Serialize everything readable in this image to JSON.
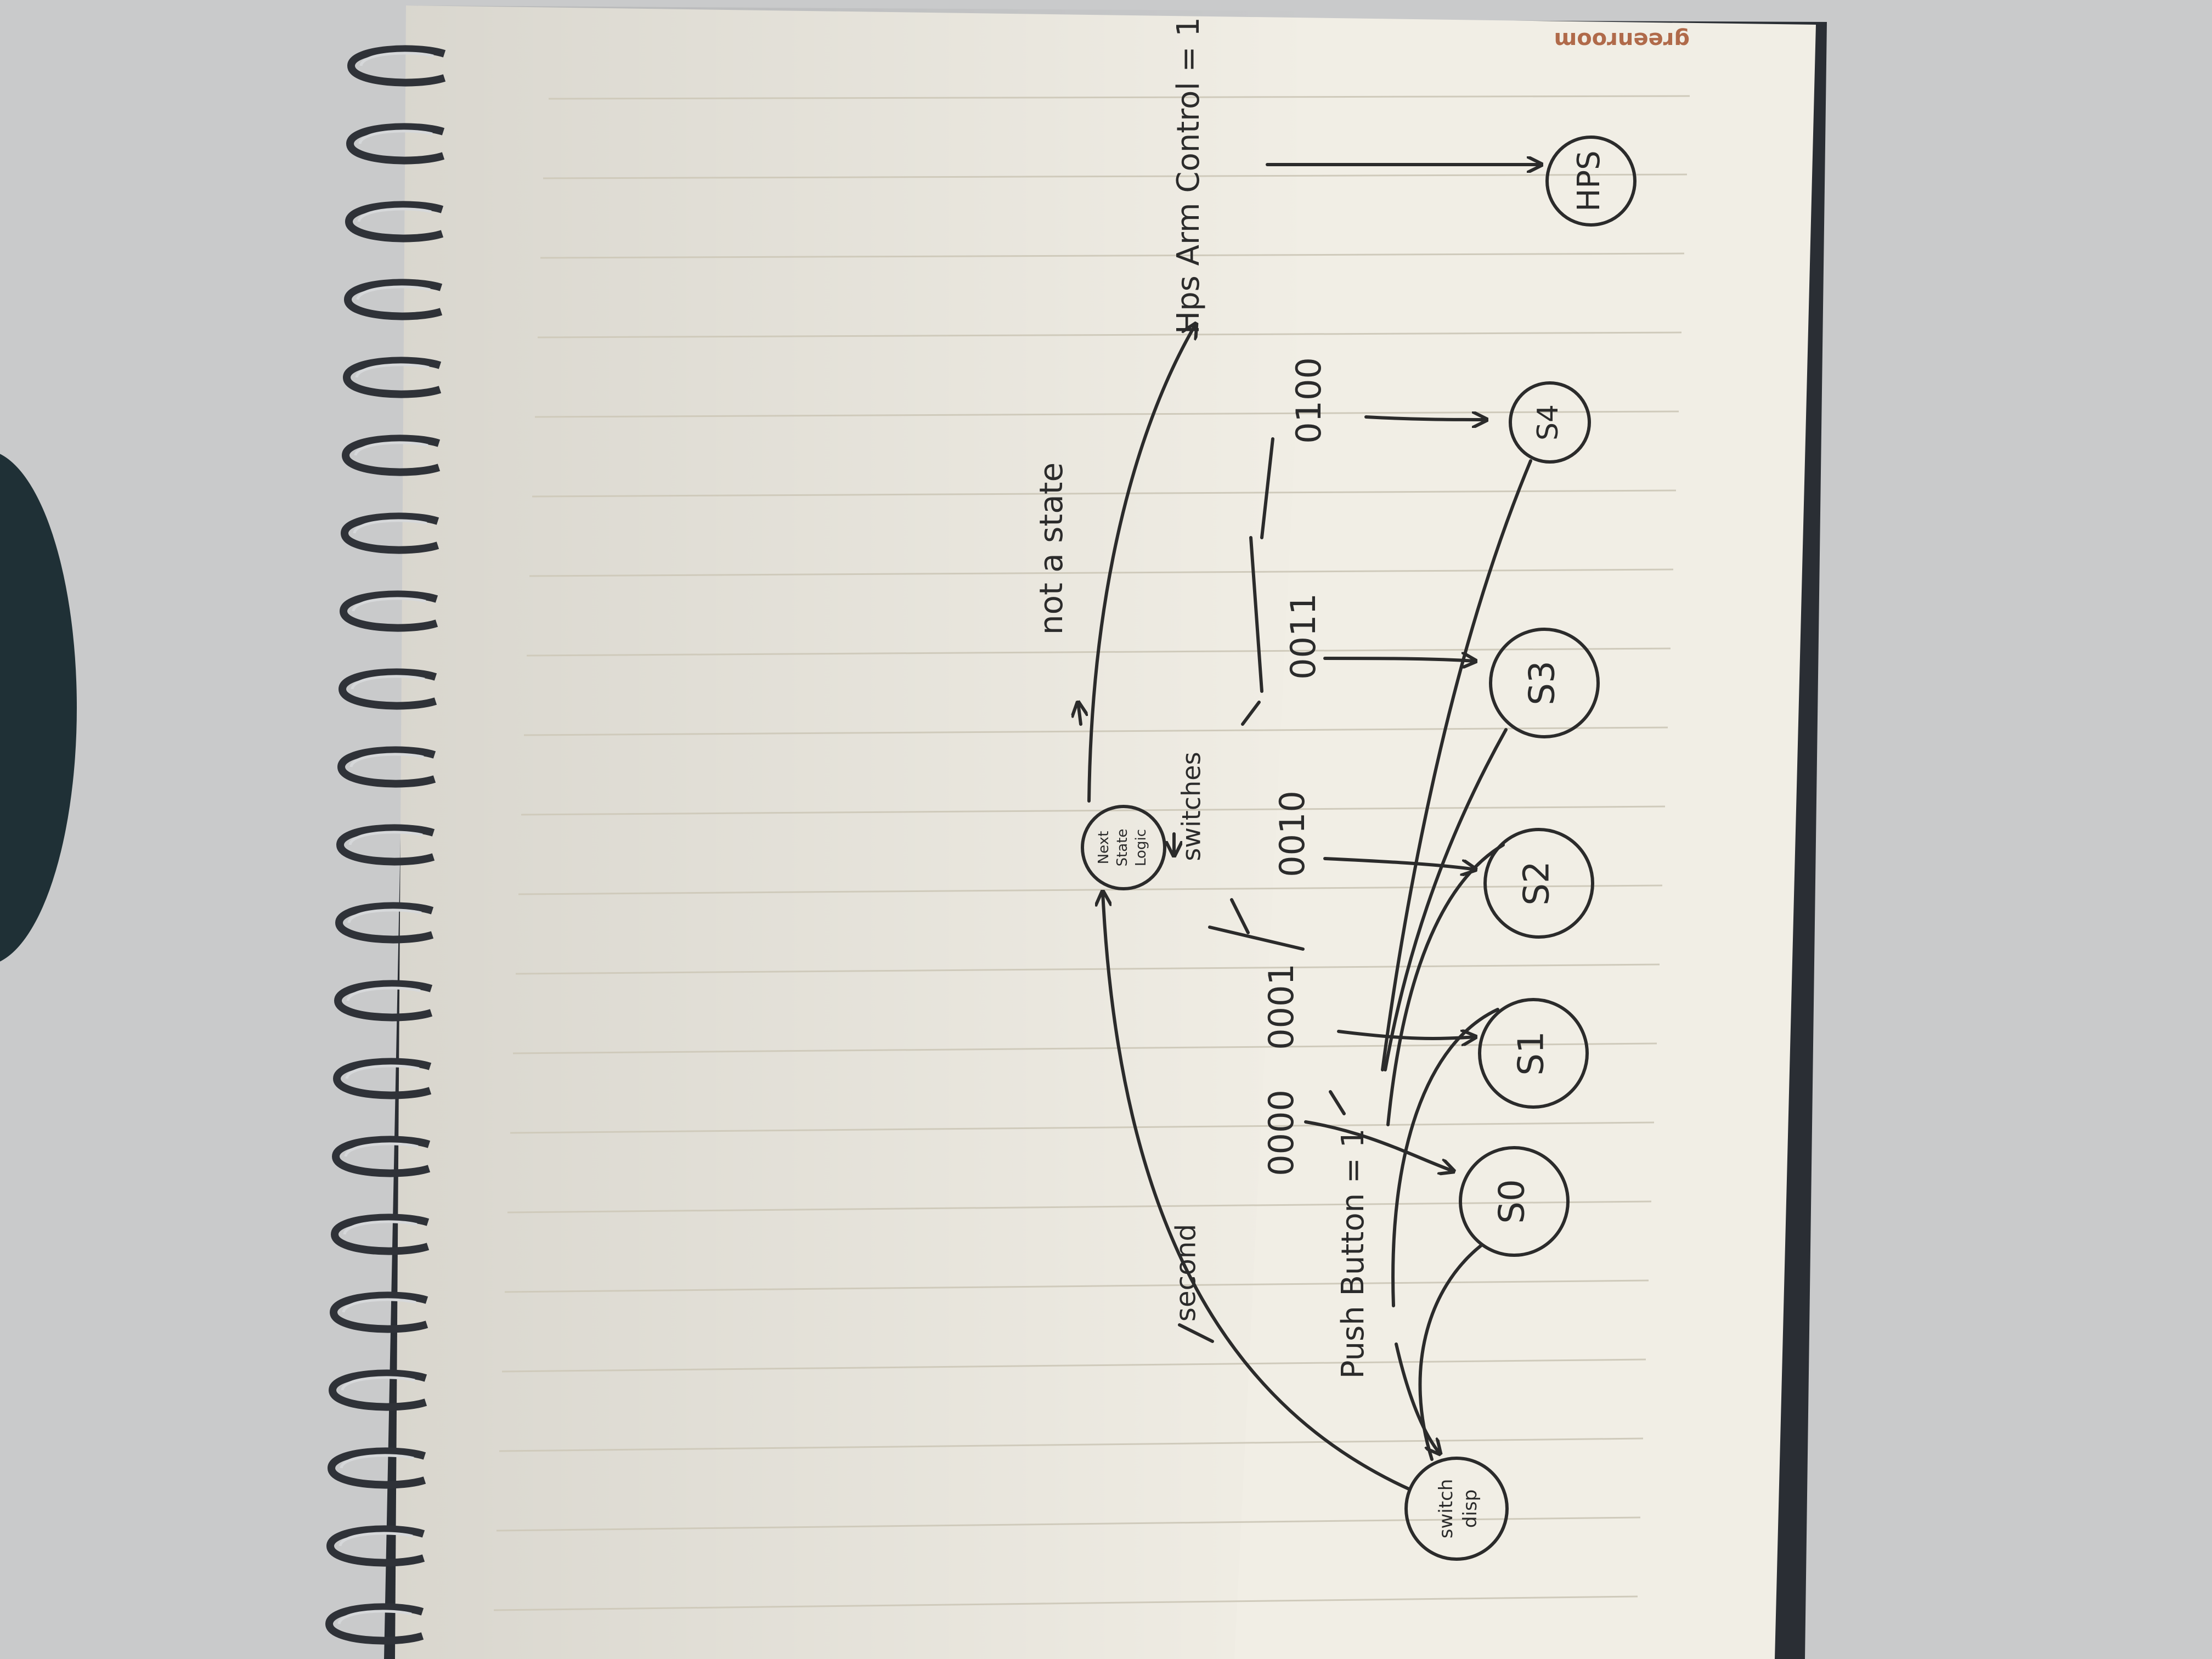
{
  "notebook": {
    "brand": "greenroom"
  },
  "diagram": {
    "next_state_logic": {
      "line1": "Next",
      "line2": "State",
      "line3": "Logic"
    },
    "switch_disp": {
      "line1": "switch",
      "line2": "disp"
    },
    "states": [
      "S0",
      "S1",
      "S2",
      "S3",
      "S4"
    ],
    "hps": "HPS",
    "codes": [
      "0000",
      "0001",
      "0010",
      "0011",
      "0100"
    ],
    "switches_label": "switches",
    "not_a_state_label": "not a state",
    "hps_arm_control_label": "Hps Arm Control = 1",
    "push_buttons_label": "Push Button = 1",
    "second_label": "second"
  },
  "colors": {
    "desk": "#c9cacb",
    "paper": "#f1eee5",
    "ink": "#2b2b2b",
    "brand": "#b06a4a",
    "cover": "#2a2e34"
  }
}
